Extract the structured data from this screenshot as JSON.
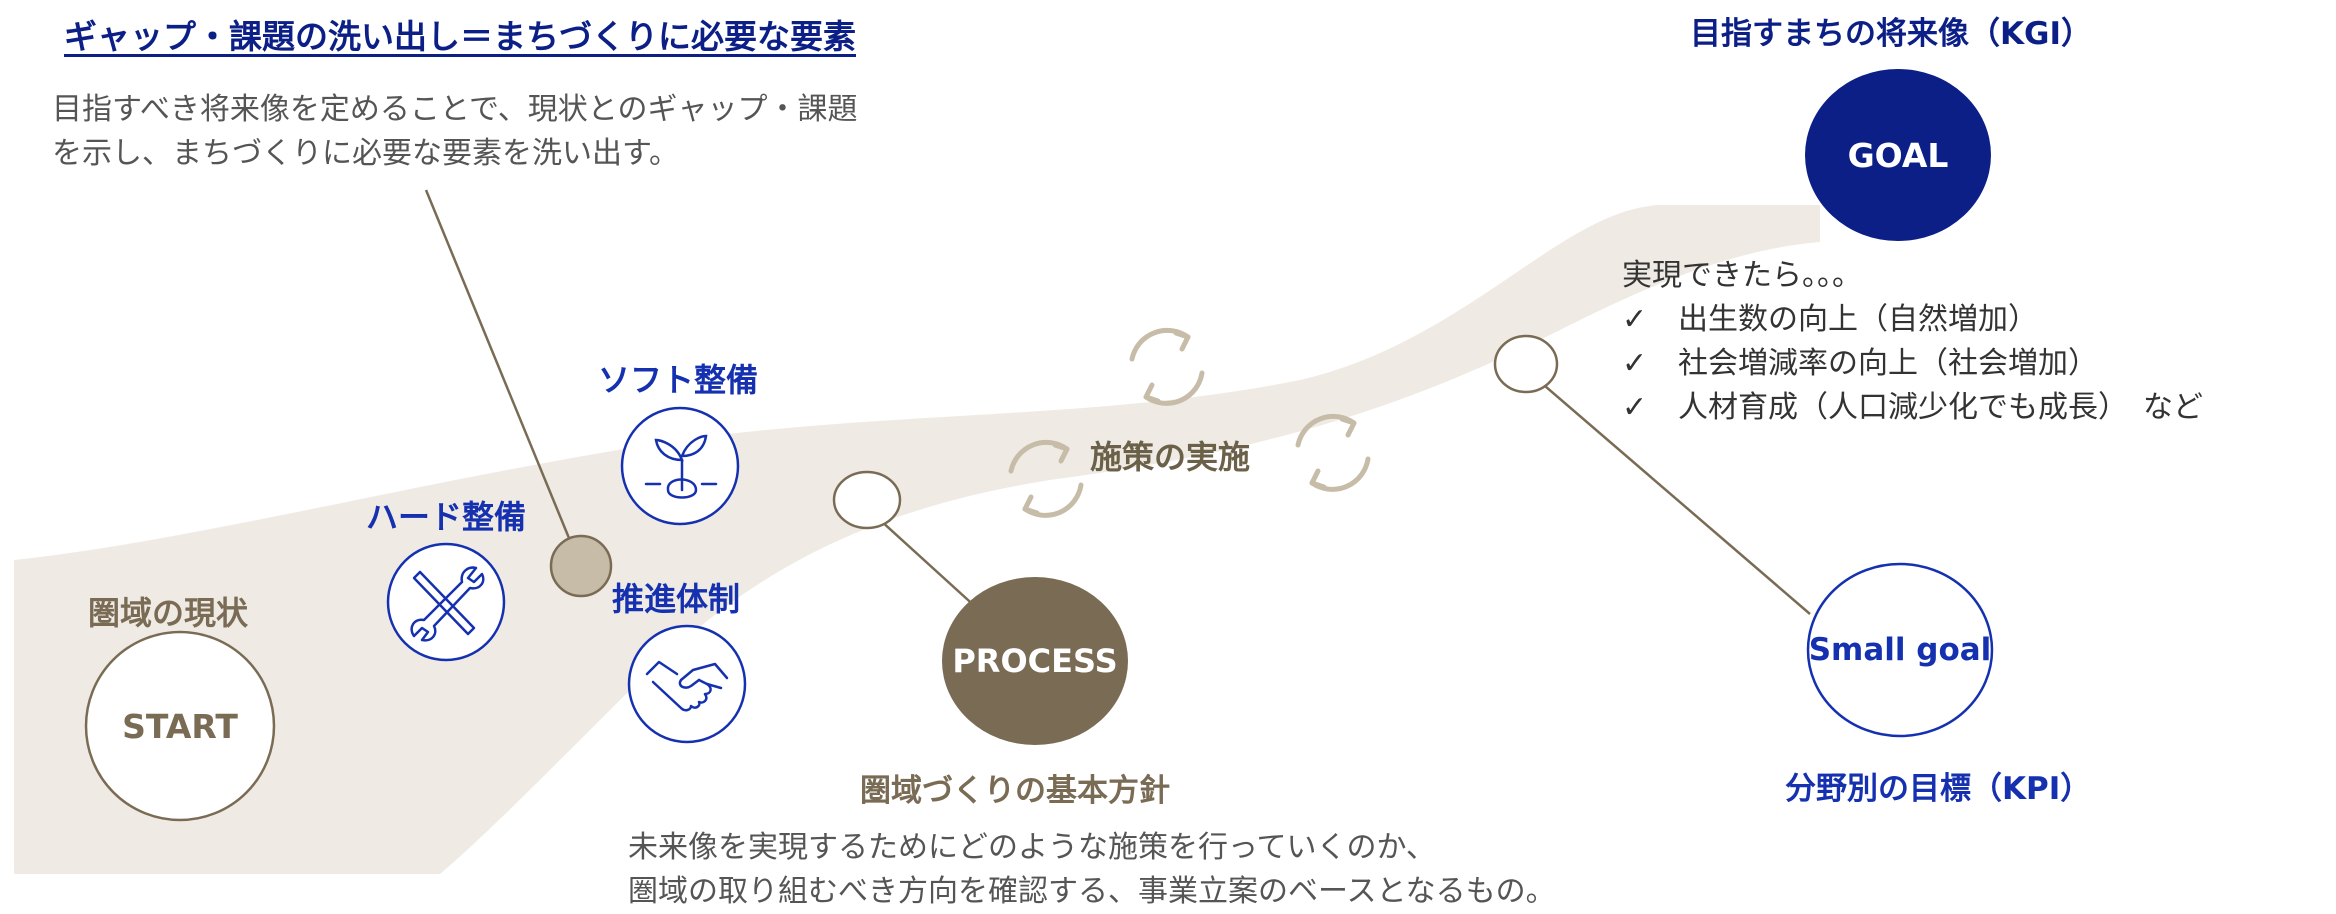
{
  "gap": {
    "title": "ギャップ・課題の洗い出し＝まちづくりに必要な要素",
    "description": "目指すべき将来像を定めることで、現状とのギャップ・課題を示し、まちづくりに必要な要素を洗い出す。"
  },
  "goal": {
    "title": "目指すまちの将来像（KGI）",
    "circle_label": "GOAL",
    "realize_heading": "実現できたら。。。",
    "check_mark": "✓",
    "items": [
      "出生数の向上（自然増加）",
      "社会増減率の向上（社会増加）",
      "人材育成（人口減少化でも成長）　など"
    ]
  },
  "elements": {
    "soft": "ソフト整備",
    "hard": "ハード整備",
    "suishin": "推進体制"
  },
  "start": {
    "heading": "圏域の現状",
    "circle_label": "START"
  },
  "measures": {
    "label": "施策の実施"
  },
  "process": {
    "circle_label": "PROCESS",
    "subtitle": "圏域づくりの基本方針",
    "description_lines": [
      "未来像を実現するためにどのような施策を行っていくのか、",
      "圏域の取り組むべき方向を確認する、事業立案のベースとなるもの。"
    ]
  },
  "kpi": {
    "circle_label": "Small goal",
    "title": "分野別の目標（KPI）"
  },
  "colors": {
    "navy": "#0b1f87",
    "blue": "#1531b0",
    "brown": "#7a6b55",
    "path": "#eeebe4",
    "marker": "#c6bca8"
  },
  "icons": [
    "seedling-icon",
    "tools-icon",
    "handshake-icon",
    "cycle-arrows-icon"
  ]
}
